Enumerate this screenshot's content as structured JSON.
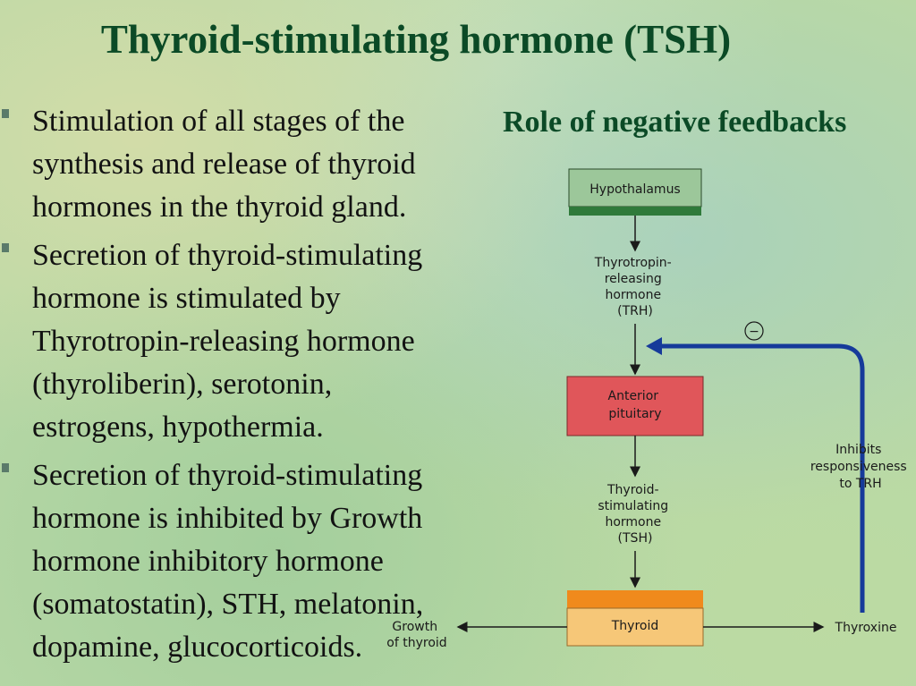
{
  "title": "Thyroid-stimulating hormone (TSH)",
  "bullets": [
    "Stimulation of all stages of the\nsynthesis and release of thyroid\nhormones in the thyroid gland.",
    "Secretion of thyroid-stimulating\nhormone is  stimulated by\nThyrotropin-releasing hormone\n(thyroliberin), serotonin,\nestrogens, hypothermia.",
    "Secretion  of  thyroid-stimulating\nhormone is inhibited by Growth\nhormone inhibitory hormone\n(somatostatin), STH, melatonin,\ndopamine, glucocorticoids."
  ],
  "diagram": {
    "heading": "Role of negative feedbacks",
    "hypothalamus": "Hypothalamus",
    "trh_label": [
      "Thyrotropin-",
      "releasing",
      "hormone",
      "(TRH)"
    ],
    "anterior_pituitary": [
      "Anterior",
      "pituitary"
    ],
    "tsh_label": [
      "Thyroid-",
      "stimulating",
      "hormone",
      "(TSH)"
    ],
    "thyroid": "Thyroid",
    "growth_label": [
      "Growth",
      "of thyroid"
    ],
    "thyroxine": "Thyroxine",
    "inhibits_label": [
      "Inhibits",
      "responsiveness",
      "to TRH"
    ],
    "negative_sign": "−",
    "colors": {
      "title": "#0b4a26",
      "hypothalamus_fill": "#2f7a3a",
      "pituitary_fill": "#e0565a",
      "thyroid_top": "#f08a1c",
      "thyroid_fill": "#f6c778",
      "feedback_arrow": "#163a9a"
    }
  }
}
